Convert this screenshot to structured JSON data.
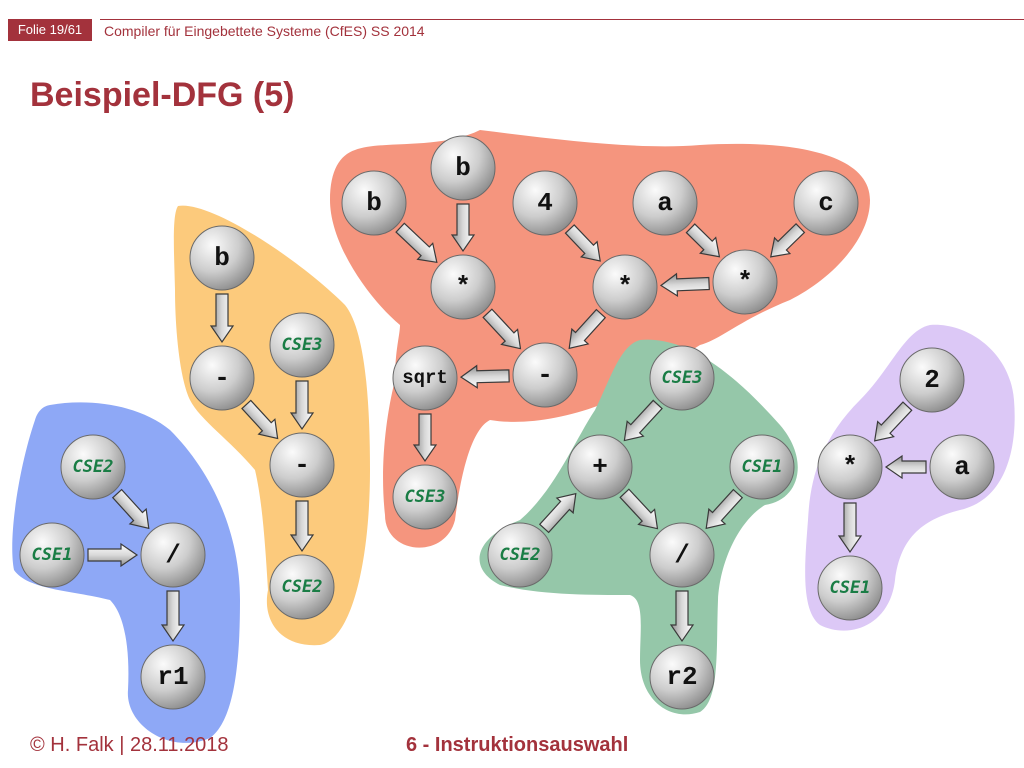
{
  "header": {
    "slide_number": "Folie 19/61",
    "course": "Compiler für Eingebettete Systeme (CfES) SS 2014"
  },
  "title": "Beispiel-DFG (5)",
  "footer": {
    "author": "© H. Falk | 28.11.2018",
    "chapter": "6 - Instruktionsauswahl"
  },
  "colors": {
    "accent": "#a3323c",
    "red_group": "#f5957e",
    "orange_group": "#fcca7c",
    "blue_group": "#8ea8f6",
    "green_group": "#95c7a9",
    "purple_group": "#dcc8f6",
    "node": "#cfcfcf",
    "cse_label": "#1a7d45"
  },
  "diagram": {
    "nodes": [
      {
        "id": "r_b_top",
        "label": "b",
        "kind": "op"
      },
      {
        "id": "r_b",
        "label": "b",
        "kind": "op"
      },
      {
        "id": "r_4",
        "label": "4",
        "kind": "op"
      },
      {
        "id": "r_a",
        "label": "a",
        "kind": "op"
      },
      {
        "id": "r_c",
        "label": "c",
        "kind": "op"
      },
      {
        "id": "r_mul1",
        "label": "*",
        "kind": "op"
      },
      {
        "id": "r_mul2",
        "label": "*",
        "kind": "op"
      },
      {
        "id": "r_mul3",
        "label": "*",
        "kind": "op"
      },
      {
        "id": "r_sub",
        "label": "-",
        "kind": "op"
      },
      {
        "id": "r_sqrt",
        "label": "sqrt",
        "kind": "op"
      },
      {
        "id": "r_cse3",
        "label": "CSE3",
        "kind": "cse"
      },
      {
        "id": "o_b",
        "label": "b",
        "kind": "op"
      },
      {
        "id": "o_neg",
        "label": "-",
        "kind": "op"
      },
      {
        "id": "o_cse3",
        "label": "CSE3",
        "kind": "cse"
      },
      {
        "id": "o_sub",
        "label": "-",
        "kind": "op"
      },
      {
        "id": "o_cse2",
        "label": "CSE2",
        "kind": "cse"
      },
      {
        "id": "b_cse2",
        "label": "CSE2",
        "kind": "cse"
      },
      {
        "id": "b_cse1",
        "label": "CSE1",
        "kind": "cse"
      },
      {
        "id": "b_div",
        "label": "/",
        "kind": "op"
      },
      {
        "id": "b_r1",
        "label": "r1",
        "kind": "op"
      },
      {
        "id": "g_cse3",
        "label": "CSE3",
        "kind": "cse"
      },
      {
        "id": "g_add",
        "label": "+",
        "kind": "op"
      },
      {
        "id": "g_cse1",
        "label": "CSE1",
        "kind": "cse"
      },
      {
        "id": "g_cse2",
        "label": "CSE2",
        "kind": "cse"
      },
      {
        "id": "g_div",
        "label": "/",
        "kind": "op"
      },
      {
        "id": "g_r2",
        "label": "r2",
        "kind": "op"
      },
      {
        "id": "p_2",
        "label": "2",
        "kind": "op"
      },
      {
        "id": "p_mul",
        "label": "*",
        "kind": "op"
      },
      {
        "id": "p_a",
        "label": "a",
        "kind": "op"
      },
      {
        "id": "p_cse1",
        "label": "CSE1",
        "kind": "cse"
      }
    ],
    "edges": [
      {
        "from": "r_b",
        "to": "r_mul1"
      },
      {
        "from": "r_b_top",
        "to": "r_mul1"
      },
      {
        "from": "r_4",
        "to": "r_mul2"
      },
      {
        "from": "r_a",
        "to": "r_mul3"
      },
      {
        "from": "r_c",
        "to": "r_mul3"
      },
      {
        "from": "r_mul3",
        "to": "r_mul2"
      },
      {
        "from": "r_mul1",
        "to": "r_sub"
      },
      {
        "from": "r_mul2",
        "to": "r_sub"
      },
      {
        "from": "r_sub",
        "to": "r_sqrt"
      },
      {
        "from": "r_sqrt",
        "to": "r_cse3"
      },
      {
        "from": "o_b",
        "to": "o_neg"
      },
      {
        "from": "o_neg",
        "to": "o_sub"
      },
      {
        "from": "o_cse3",
        "to": "o_sub"
      },
      {
        "from": "o_sub",
        "to": "o_cse2"
      },
      {
        "from": "b_cse2",
        "to": "b_div"
      },
      {
        "from": "b_cse1",
        "to": "b_div"
      },
      {
        "from": "b_div",
        "to": "b_r1"
      },
      {
        "from": "g_cse3",
        "to": "g_add"
      },
      {
        "from": "g_cse2",
        "to": "g_add"
      },
      {
        "from": "g_add",
        "to": "g_div"
      },
      {
        "from": "g_cse1",
        "to": "g_div"
      },
      {
        "from": "g_div",
        "to": "g_r2"
      },
      {
        "from": "p_2",
        "to": "p_mul"
      },
      {
        "from": "p_a",
        "to": "p_mul"
      },
      {
        "from": "p_mul",
        "to": "p_cse1"
      }
    ]
  }
}
